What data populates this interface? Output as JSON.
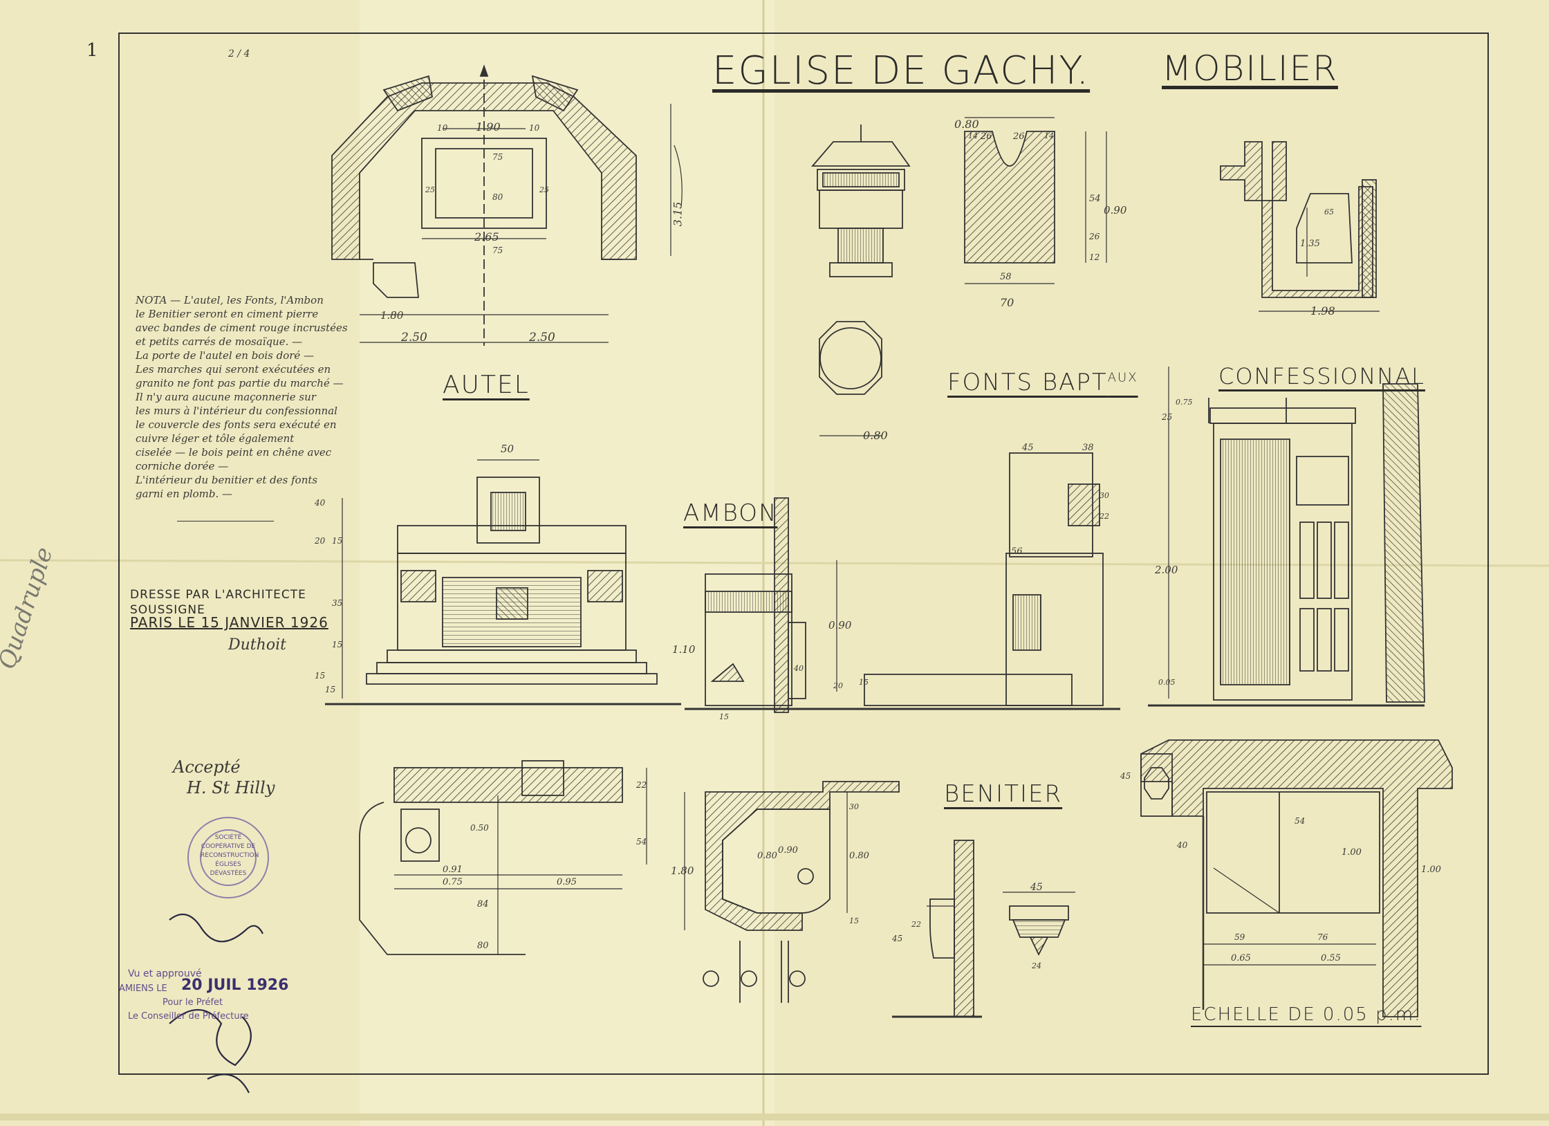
{
  "sheet": {
    "corner_mark": "1",
    "page_mark": "2 / 4",
    "title_main": "EGLISE DE GACHY.",
    "title_sub": "MOBILIER"
  },
  "sections": {
    "autel": "AUTEL",
    "fonts": "FONTS BAPT",
    "fonts_sup": "AUX",
    "confessionnal": "CONFESSIONNAL",
    "ambon": "AMBON",
    "benitier": "BENITIER",
    "scale": "ECHELLE DE 0.05 p.m."
  },
  "note": {
    "lines": [
      "NOTA — L'autel, les Fonts, l'Ambon",
      "le Benitier seront en ciment pierre",
      "avec bandes de ciment rouge incrustées",
      "et petits carrés de mosaïque. —",
      "La porte de l'autel en bois doré —",
      "Les marches qui seront exécutées en",
      "granito ne font pas partie du marché —",
      "Il n'y aura aucune maçonnerie sur",
      "les murs à l'intérieur du confessionnal",
      "le couvercle des fonts sera exécuté en",
      "cuivre léger et tôle également",
      "ciselée — le bois peint en chêne avec",
      "corniche dorée —",
      "L'intérieur du benitier et des fonts",
      "garni en plomb. —"
    ]
  },
  "signature_block": {
    "line1": "DRESSE PAR L'ARCHITECTE",
    "line2": "SOUSSIGNE",
    "line3": "PARIS LE 15 JANVIER 1926",
    "signature": "Duthoit",
    "margin_mark": "Quadruple",
    "accepte": "Accepté",
    "accepte_sig": "H. St Hilly"
  },
  "stamps": {
    "seal_text": "SOCIÉTÉ COOPÉRATIVE DE RECONSTRUCTION ÉGLISES DÉVASTÉES",
    "approval_line1": "Vu et approuvé",
    "approval_line2": "AMIENS LE",
    "approval_date": "20 JUIL 1926",
    "approval_line3": "Pour le Préfet",
    "approval_line4": "Le Conseiller de Préfecture"
  },
  "dimensions": {
    "autel_plan": [
      "1.90",
      "2.65",
      "1.80",
      "2.50",
      "2.50",
      "3.15",
      "10",
      "10",
      "75",
      "80",
      "75",
      "25",
      "25"
    ],
    "fonts": [
      "0.80",
      "26",
      "26",
      "14",
      "14",
      "54",
      "0.90",
      "26",
      "12",
      "58",
      "70",
      "0.80"
    ],
    "confessionnal": [
      "1.35",
      "1.98",
      "65",
      "25",
      "2.00",
      "0.05",
      "0.75"
    ],
    "autel_elev": [
      "50",
      "40",
      "20",
      "15",
      "35",
      "15",
      "15",
      "15"
    ],
    "ambon_elev": [
      "1.10",
      "0.90",
      "40",
      "20",
      "56",
      "45",
      "38",
      "22",
      "30",
      "15",
      "15"
    ],
    "autel_plan2": [
      "0.50",
      "0.91",
      "0.75",
      "0.95",
      "84",
      "80",
      "22",
      "54"
    ],
    "ambon_plan": [
      "1.80",
      "0.80",
      "0.90",
      "0.80",
      "30",
      "15"
    ],
    "benitier": [
      "45",
      "45",
      "22",
      "24"
    ],
    "conf_plan": [
      "45",
      "40",
      "54",
      "1.00",
      "1.00",
      "59",
      "76",
      "0.65",
      "0.55"
    ]
  }
}
